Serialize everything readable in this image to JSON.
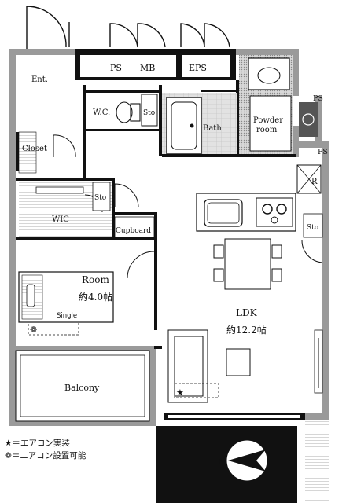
{
  "rooms": {
    "ps_top": "PS",
    "mb": "MB",
    "eps": "EPS",
    "entrance": "Ent.",
    "wc": "W.C.",
    "sto_wc": "Sto",
    "bath": "Bath",
    "powder_room_line1": "Powder",
    "powder_room_line2": "room",
    "ps_right_1": "PS",
    "ps_right_2": "PS",
    "closet": "Closet",
    "sto_mid": "Sto",
    "wic": "WIC",
    "cupboard": "Cupboard",
    "refrigerator": "R",
    "sto_kitchen": "Sto",
    "room_name": "Room",
    "room_size": "約4.0帖",
    "bed": "Single",
    "ldk_name": "LDK",
    "ldk_size": "約12.2帖",
    "balcony": "Balcony"
  },
  "legend": {
    "installed_symbol": "★",
    "installed_text": "＝エアコン実装",
    "possible_symbol": "❁",
    "possible_text": "＝エアコン設置可能"
  },
  "compass": {
    "label": "N"
  }
}
